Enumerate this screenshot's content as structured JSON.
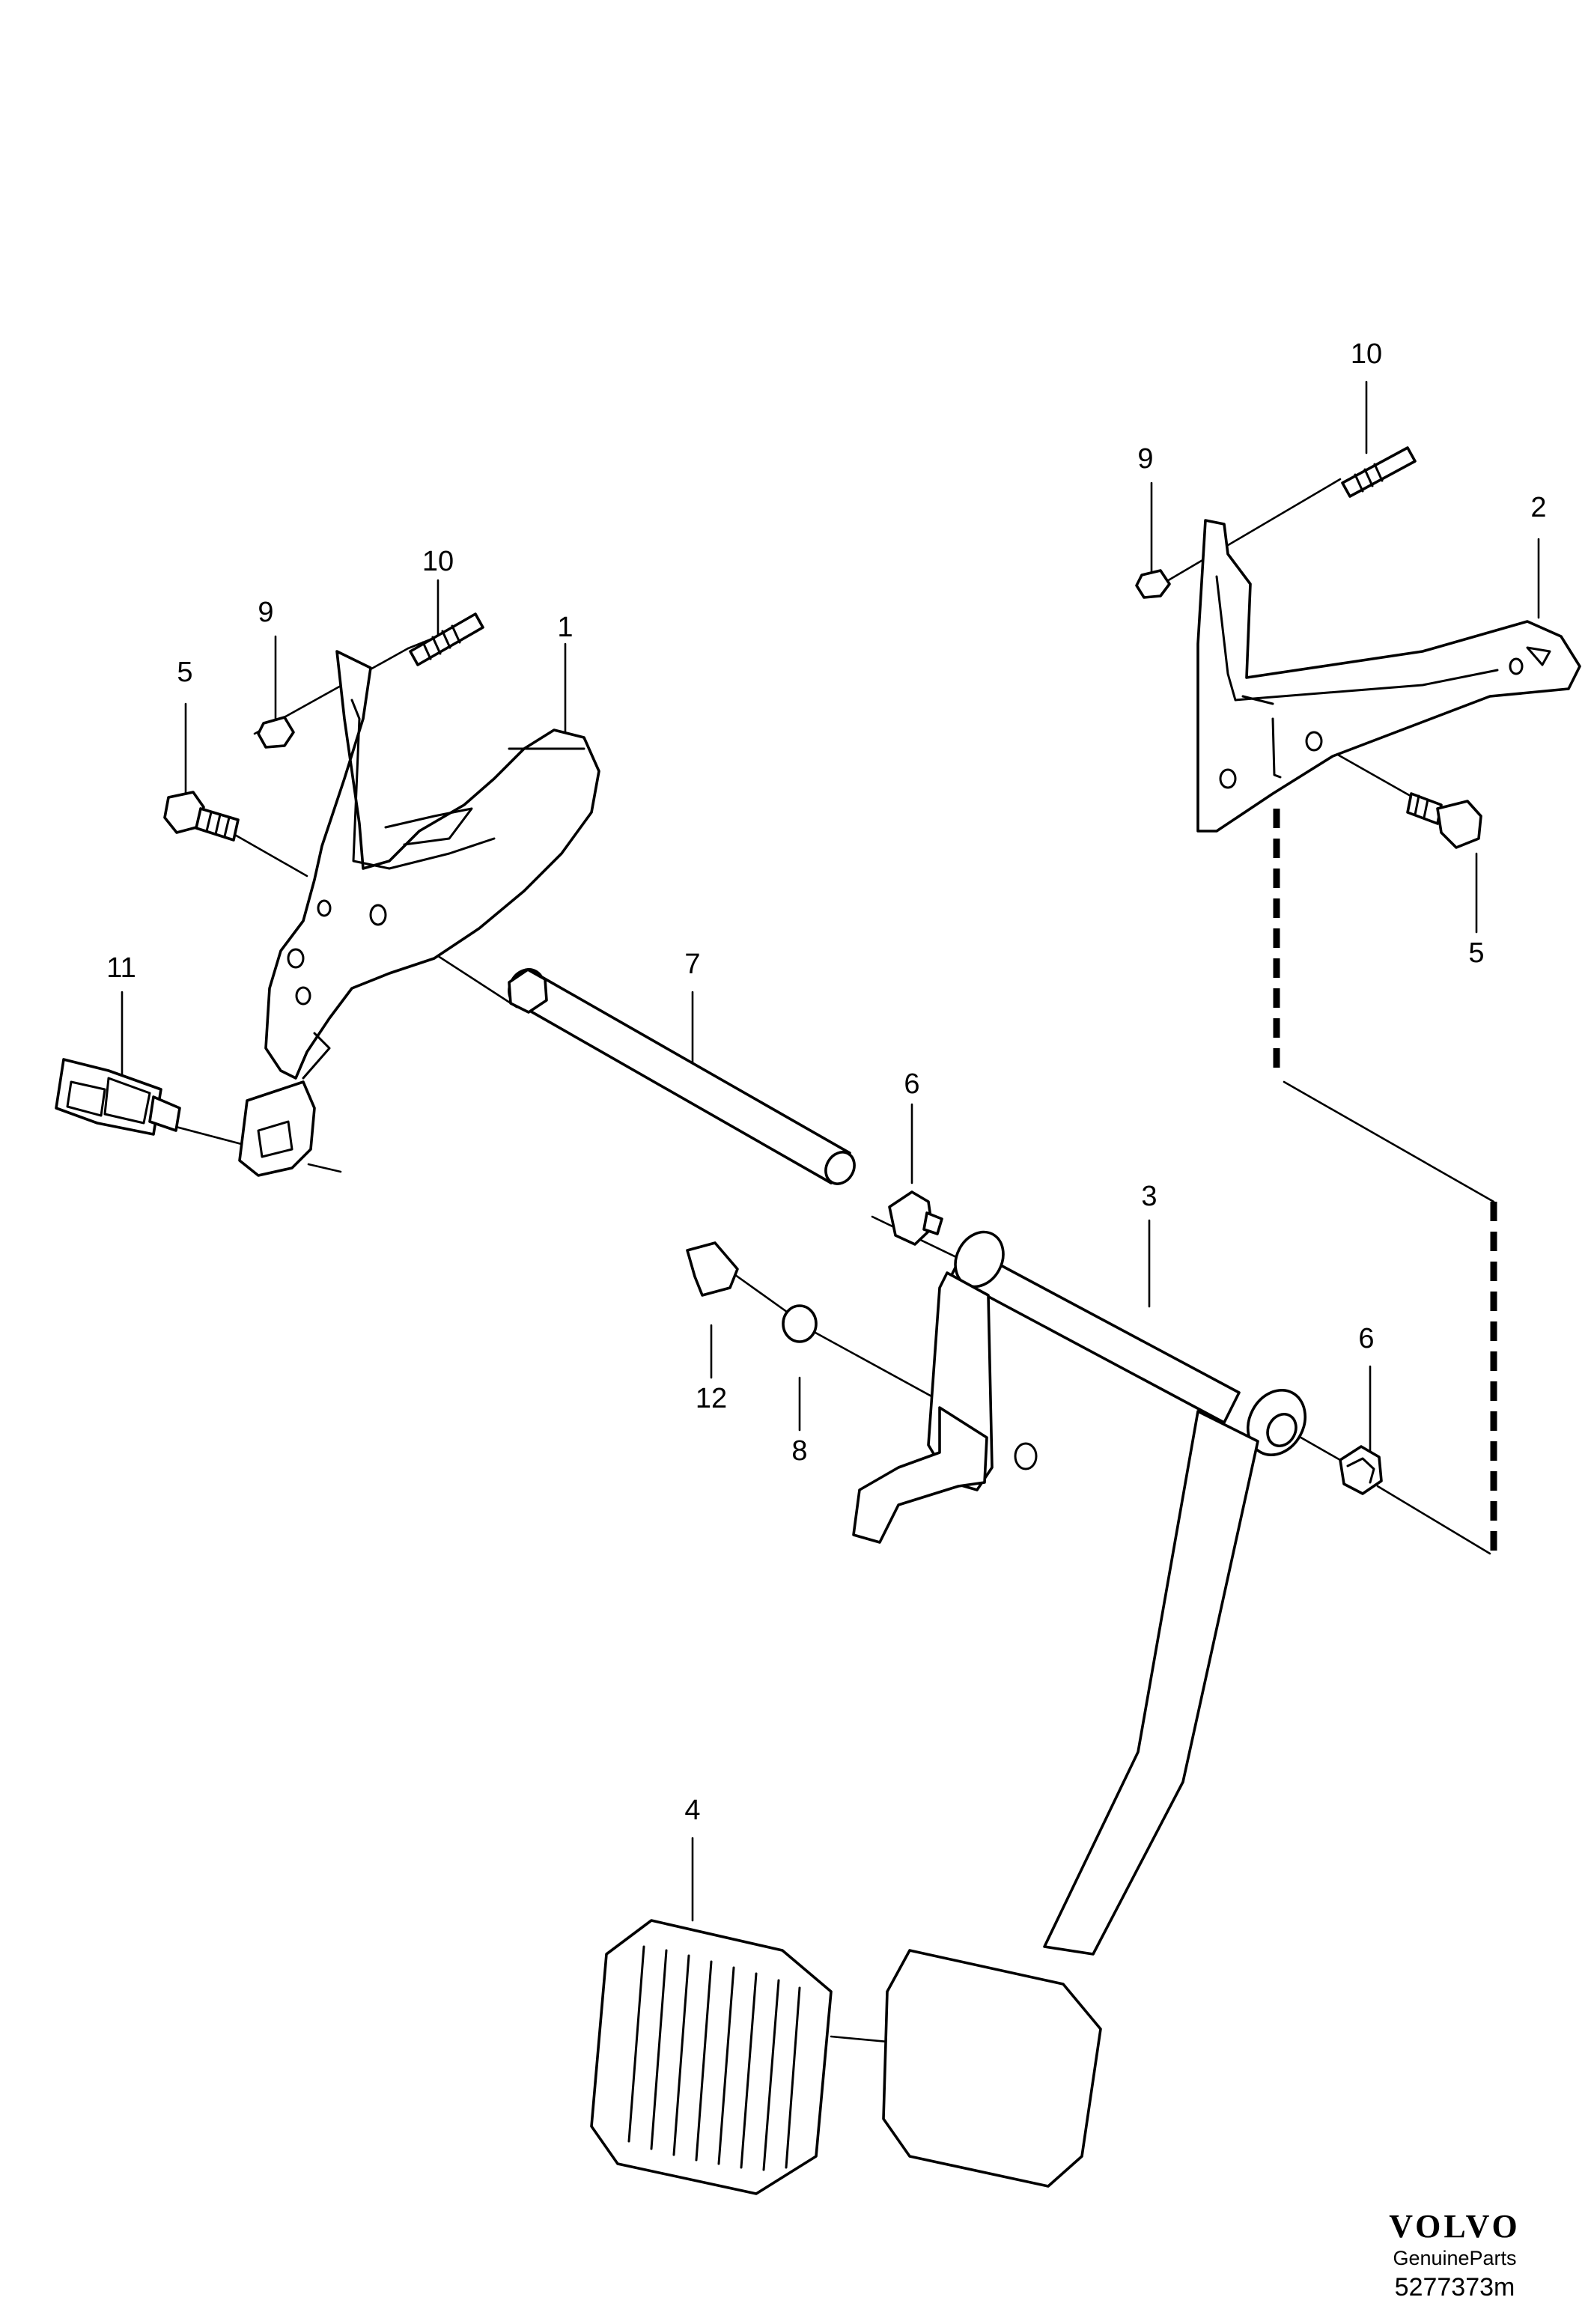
{
  "callouts": [
    "10",
    "9",
    "5",
    "1",
    "11",
    "7",
    "6",
    "3",
    "12",
    "8",
    "4",
    "10",
    "9",
    "2",
    "5",
    "6"
  ],
  "brand": {
    "logo_text": "VOLVO",
    "subtitle": "GenuineParts",
    "diagram_code": "5277373m"
  }
}
